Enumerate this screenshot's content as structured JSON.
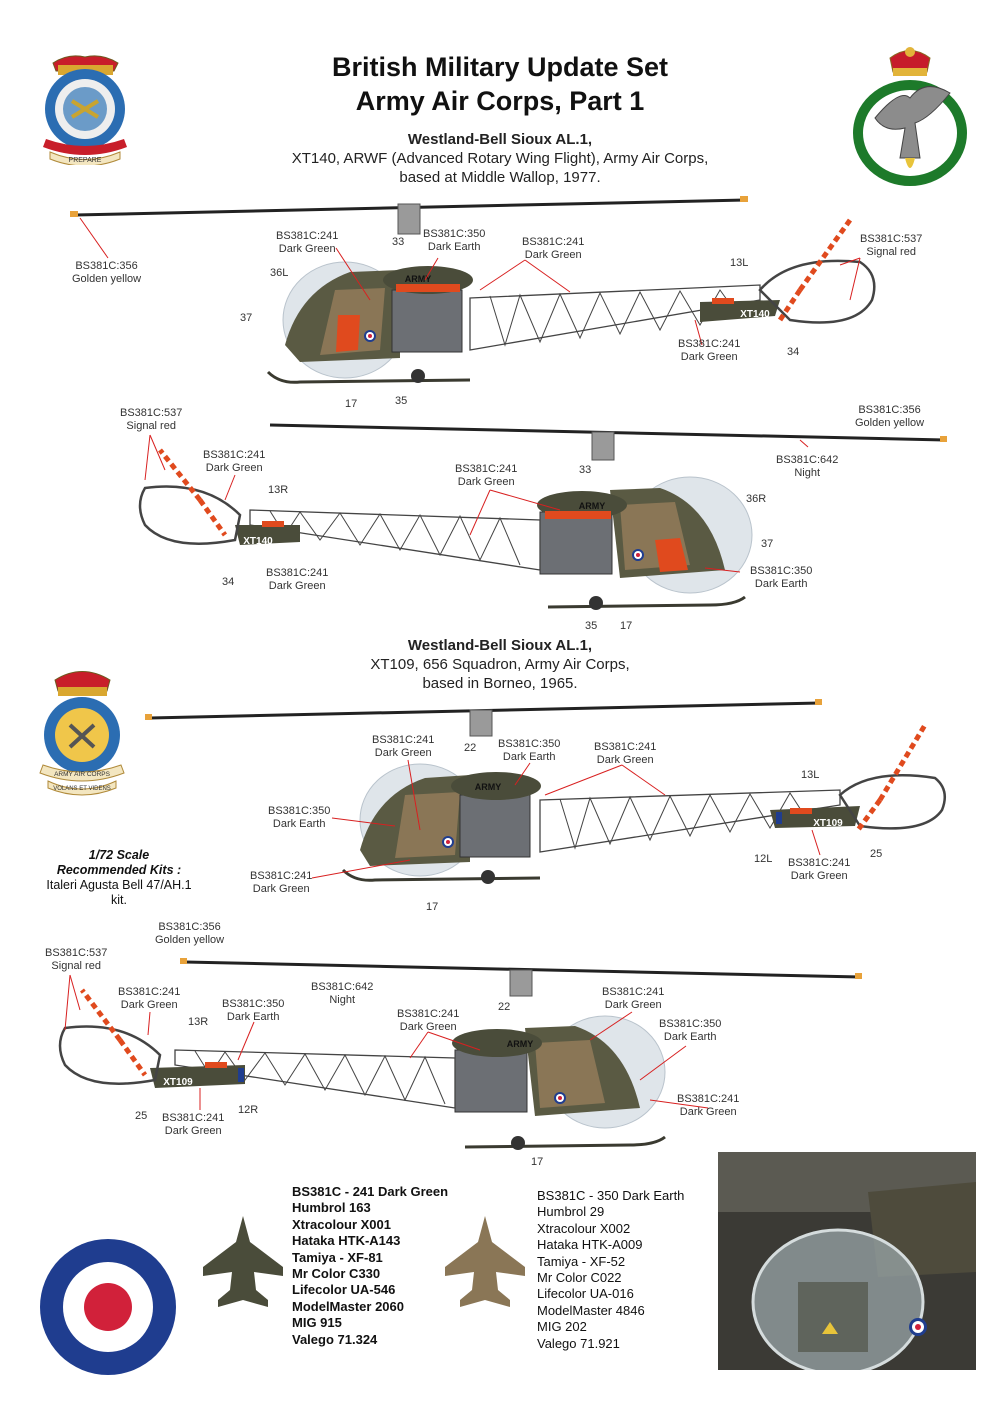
{
  "header": {
    "title_line1": "British Military Update Set",
    "title_line2": "Army Air Corps, Part 1"
  },
  "profiles": [
    {
      "heading": "Westland-Bell Sioux AL.1,",
      "line2": "XT140,  ARWF (Advanced Rotary Wing Flight), Army Air Corps,",
      "line3": "based at Middle Wallop, 1977."
    },
    {
      "heading": "Westland-Bell Sioux AL.1,",
      "line2": "XT109, 656 Squadron, Army Air Corps,",
      "line3": "based in Borneo, 1965."
    }
  ],
  "markings": {
    "serial_a": "XT140",
    "serial_b": "XT109",
    "army": "ARMY"
  },
  "callouts": {
    "h1": [
      {
        "code": "BS381C:356",
        "name": "Golden yellow"
      },
      {
        "code": "BS381C:241",
        "name": "Dark Green"
      },
      {
        "code": "BS381C:350",
        "name": "Dark Earth"
      },
      {
        "code": "BS381C:241",
        "name": "Dark Green"
      },
      {
        "code": "BS381C:537",
        "name": "Signal red"
      },
      {
        "code": "BS381C:241",
        "name": "Dark Green"
      }
    ],
    "h1_nums": [
      "33",
      "36L",
      "37",
      "13L",
      "34",
      "17",
      "35"
    ],
    "h2": [
      {
        "code": "BS381C:537",
        "name": "Signal red"
      },
      {
        "code": "BS381C:356",
        "name": "Golden yellow"
      },
      {
        "code": "BS381C:241",
        "name": "Dark Green"
      },
      {
        "code": "BS381C:241",
        "name": "Dark Green"
      },
      {
        "code": "BS381C:642",
        "name": "Night"
      },
      {
        "code": "BS381C:241",
        "name": "Dark Green"
      },
      {
        "code": "BS381C:350",
        "name": "Dark Earth"
      }
    ],
    "h2_nums": [
      "13R",
      "33",
      "36R",
      "37",
      "34",
      "35",
      "17"
    ],
    "h3": [
      {
        "code": "BS381C:241",
        "name": "Dark Green"
      },
      {
        "code": "BS381C:350",
        "name": "Dark Earth"
      },
      {
        "code": "BS381C:241",
        "name": "Dark Green"
      },
      {
        "code": "BS381C:350",
        "name": "Dark Earth"
      },
      {
        "code": "BS381C:241",
        "name": "Dark Green"
      },
      {
        "code": "BS381C:241",
        "name": "Dark Green"
      }
    ],
    "h3_nums": [
      "22",
      "13L",
      "12L",
      "25",
      "17"
    ],
    "h4": [
      {
        "code": "BS381C:356",
        "name": "Golden yellow"
      },
      {
        "code": "BS381C:537",
        "name": "Signal red"
      },
      {
        "code": "BS381C:241",
        "name": "Dark Green"
      },
      {
        "code": "BS381C:350",
        "name": "Dark Earth"
      },
      {
        "code": "BS381C:642",
        "name": "Night"
      },
      {
        "code": "BS381C:241",
        "name": "Dark Green"
      },
      {
        "code": "BS381C:241",
        "name": "Dark Green"
      },
      {
        "code": "BS381C:350",
        "name": "Dark Earth"
      },
      {
        "code": "BS381C:241",
        "name": "Dark Green"
      },
      {
        "code": "BS381C:241",
        "name": "Dark Green"
      }
    ],
    "h4_nums": [
      "13R",
      "22",
      "25",
      "12R",
      "17"
    ]
  },
  "kits": {
    "scale": "1/72 Scale",
    "heading": "Recommended Kits :",
    "line1": "Italeri Agusta Bell 47/AH.1",
    "line2": "kit."
  },
  "palette_green": [
    "BS381C - 241 Dark Green",
    "Humbrol 163",
    "Xtracolour X001",
    "Hataka HTK-A143",
    "Tamiya - XF-81",
    "Mr Color C330",
    "Lifecolor UA-546",
    "ModelMaster 2060",
    "MIG 915",
    "Valego 71.324"
  ],
  "palette_earth": [
    "BS381C - 350 Dark Earth",
    "Humbrol 29",
    "Xtracolour X002",
    "Hataka HTK-A009",
    "Tamiya - XF-52",
    "Mr Color C022",
    "Lifecolor UA-016",
    "ModelMaster 4846",
    "MIG 202",
    "Valego 71.921"
  ],
  "colors": {
    "dark_green": "#4a4c3a",
    "dark_earth": "#8a7656",
    "signal_red": "#e04a1e",
    "golden_yellow": "#e8a23a",
    "roundel_blue": "#1f3d8f",
    "roundel_red": "#d1213a",
    "leader_red": "#d82020"
  },
  "badges": {
    "badge1_motto": "PREPARE",
    "badge3_unit": "ARMY AIR CORPS",
    "badge3_motto": "VOLANS ET VIDENS"
  }
}
